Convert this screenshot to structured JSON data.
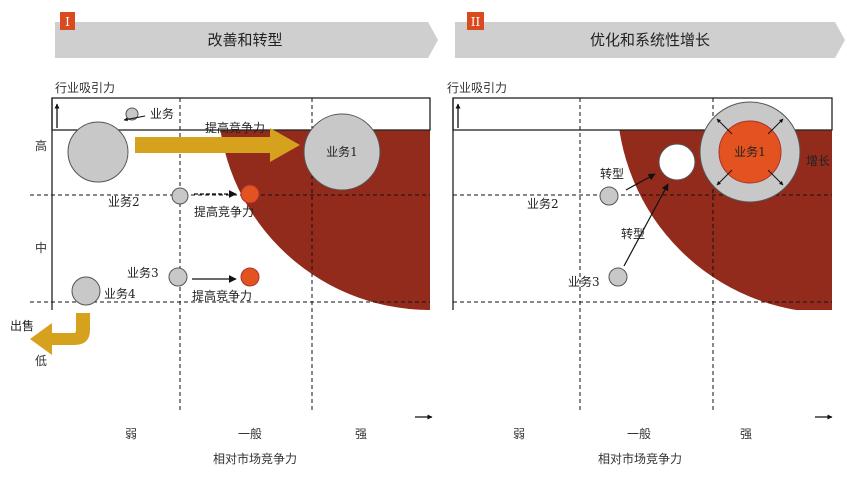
{
  "panel_left": {
    "badge": "I",
    "title": "改善和转型",
    "y_axis_label": "行业吸引力",
    "y_levels": [
      "高",
      "中",
      "低"
    ],
    "x_levels": [
      "弱",
      "一般",
      "强"
    ],
    "x_axis_label": "相对市场竞争力",
    "bubbles": {
      "small": "业务",
      "b1": "业务1",
      "b2": "业务2",
      "b3": "业务3",
      "b4": "业务4"
    },
    "arrow_big_label": "提高竞争力",
    "arrow_b2_label": "提高竞争力",
    "arrow_b3_label": "提高竞争力",
    "exit_label": "出售"
  },
  "panel_right": {
    "badge": "II",
    "title": "优化和系统性增长",
    "y_axis_label": "行业吸引力",
    "x_levels": [
      "弱",
      "一般",
      "强"
    ],
    "x_axis_label": "相对市场竞争力",
    "bubbles": {
      "b1": "业务1",
      "b2": "业务2",
      "b3": "业务3"
    },
    "transform_label_1": "转型",
    "transform_label_2": "转型",
    "growth_label": "增长"
  },
  "colors": {
    "header_band": "#cfcfcf",
    "badge_fill": "#d94a1f",
    "strong_zone": "#922b1c",
    "bubble_gray": "#c8c8c8",
    "bubble_orange": "#e2531f",
    "big_arrow": "#d6a21e"
  }
}
